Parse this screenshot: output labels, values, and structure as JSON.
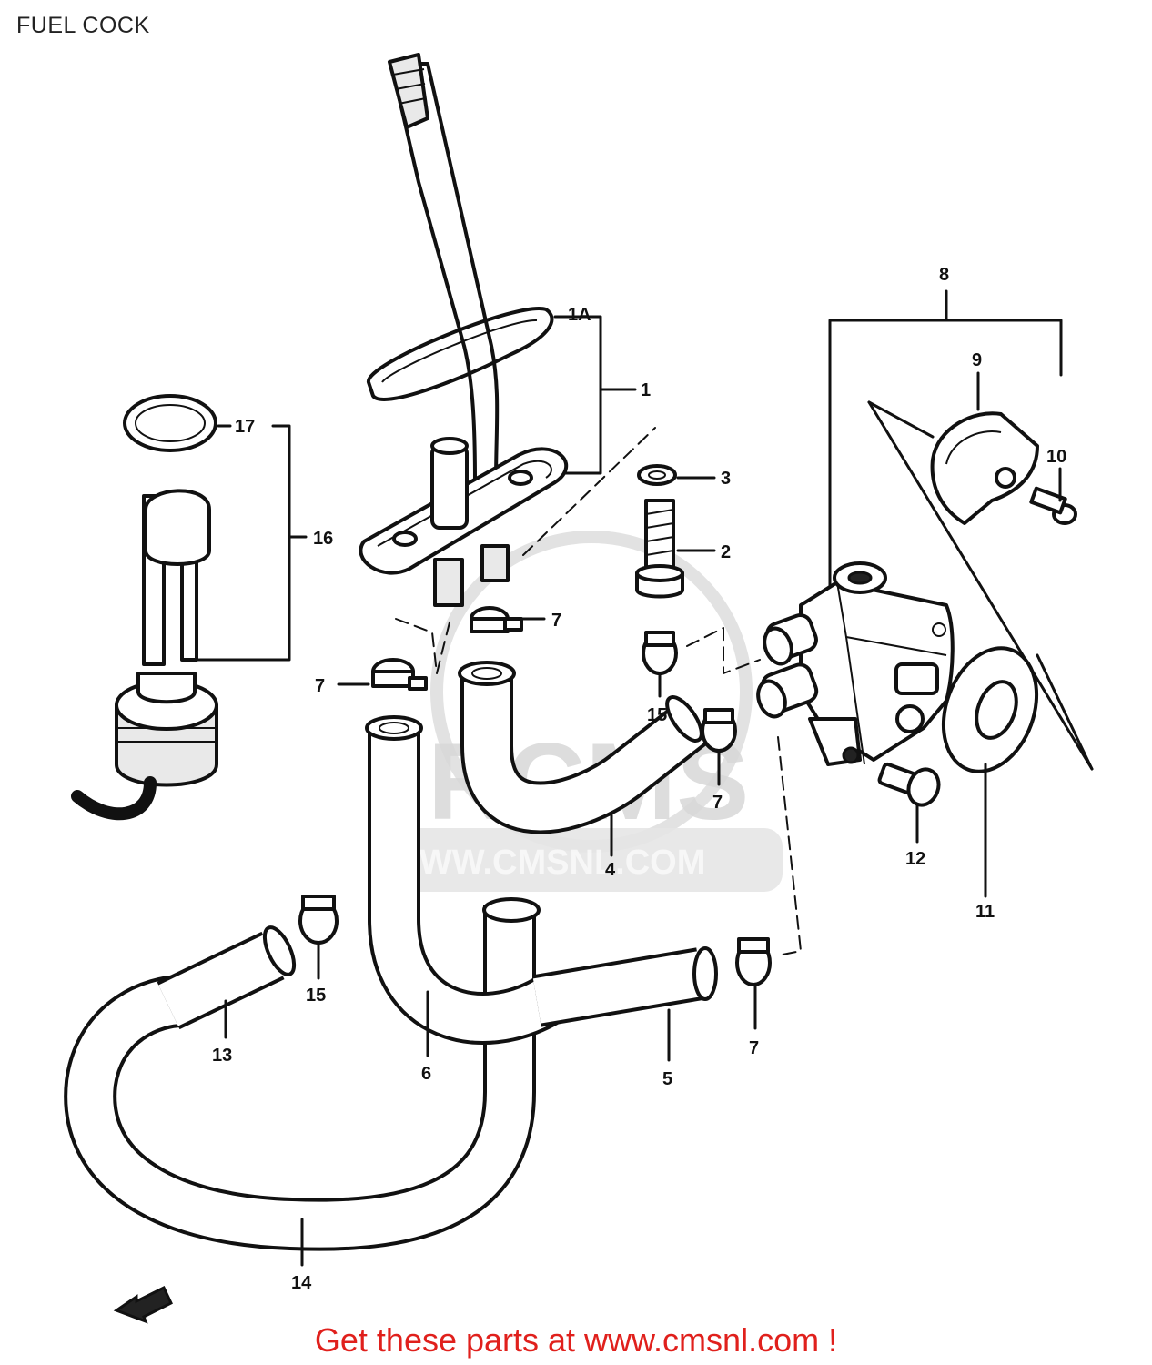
{
  "page": {
    "title": "FUEL COCK"
  },
  "watermark": {
    "logo": "RCMS",
    "url": "WWW.CMSNL.COM"
  },
  "callouts": {
    "c1": "1",
    "c1a": "1A",
    "c2": "2",
    "c3": "3",
    "c4": "4",
    "c5": "5",
    "c6": "6",
    "c7a": "7",
    "c7b": "7",
    "c7c": "7",
    "c7d": "7",
    "c8": "8",
    "c9": "9",
    "c10": "10",
    "c11": "11",
    "c12": "12",
    "c13": "13",
    "c14": "14",
    "c15a": "15",
    "c15b": "15",
    "c16": "16",
    "c17": "17"
  },
  "footer": {
    "text": "Get these parts at www.cmsnl.com !",
    "color": "#e0201c"
  }
}
